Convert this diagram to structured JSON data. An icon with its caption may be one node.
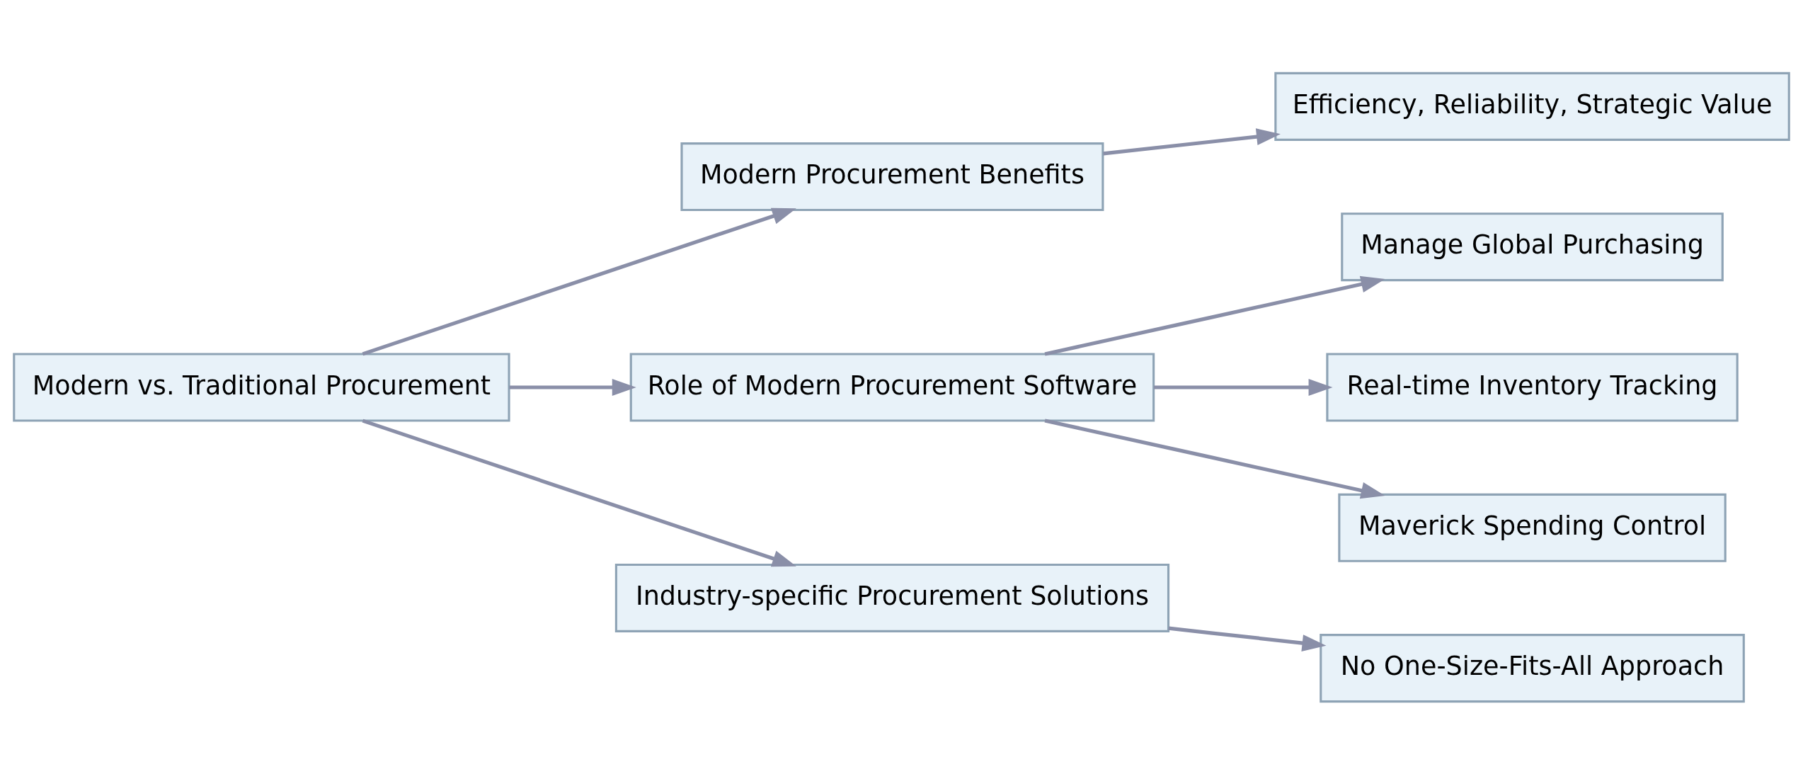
{
  "diagram": {
    "nodes": [
      {
        "text": [
          "Modern vs. Traditional Procurement"
        ]
      },
      {
        "text": [
          "Modern Procurement Benefits"
        ]
      },
      {
        "text": [
          "Efficiency, Reliability, Strategic Value"
        ]
      },
      {
        "text": [
          "Role of Modern Procurement Software"
        ]
      },
      {
        "text": [
          "Manage Global Purchasing"
        ]
      },
      {
        "text": [
          "Real-time Inventory Tracking"
        ]
      },
      {
        "text": [
          "Maverick Spending Control"
        ]
      },
      {
        "text": [
          "Industry-specific Procurement Solutions"
        ]
      },
      {
        "text": [
          "No One-Size-Fits-All Approach"
        ]
      }
    ],
    "edges": [
      {
        "from": 0,
        "to": 1,
        "arrow": "to"
      },
      {
        "from": 0,
        "to": 3,
        "arrow": "to"
      },
      {
        "from": 0,
        "to": 7,
        "arrow": "to"
      },
      {
        "from": 1,
        "to": 2,
        "arrow": "to"
      },
      {
        "from": 3,
        "to": 4,
        "arrow": "to"
      },
      {
        "from": 3,
        "to": 5,
        "arrow": "to"
      },
      {
        "from": 3,
        "to": 6,
        "arrow": "to"
      },
      {
        "from": 7,
        "to": 8,
        "arrow": "to"
      }
    ]
  }
}
